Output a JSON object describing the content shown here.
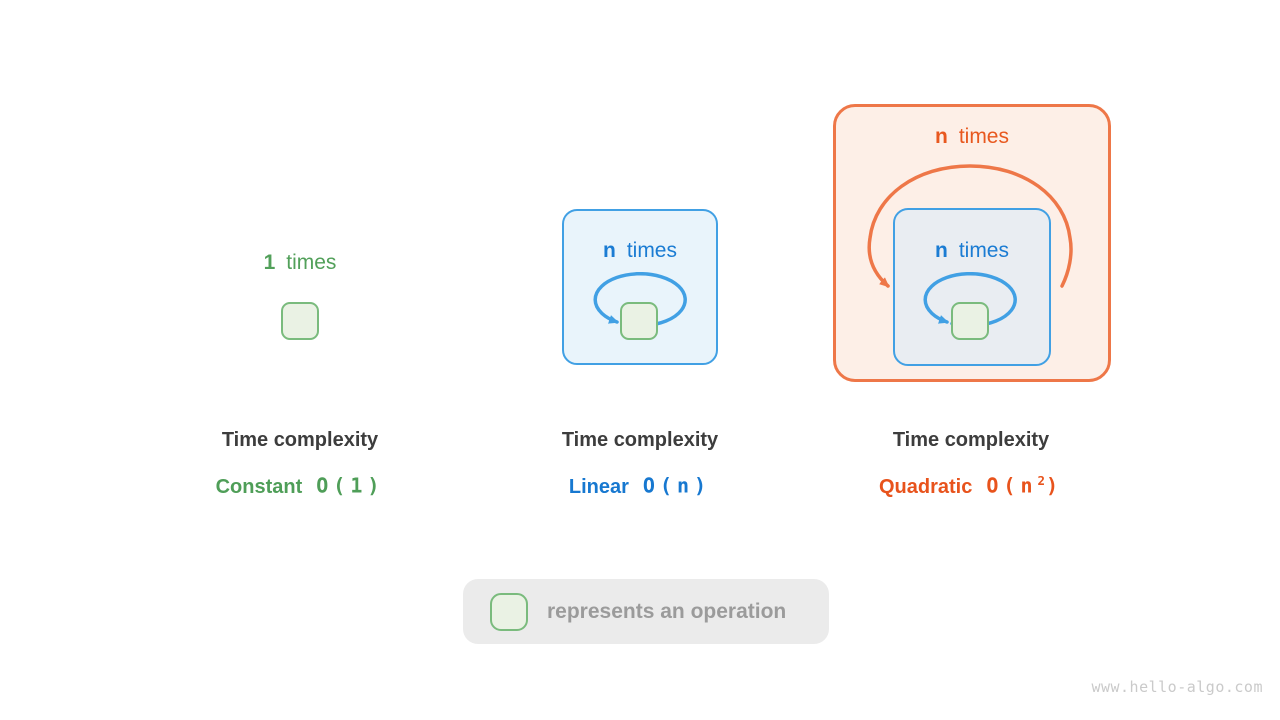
{
  "watermark": "www.hello-algo.com",
  "legend": {
    "text": "represents an operation"
  },
  "colors": {
    "green_accent": "#52A05A",
    "green_box_fill": "#EAF2E4",
    "green_box_border": "#7ABB7D",
    "blue_accent": "#1B7CD3",
    "blue_border": "#41A0E4",
    "blue_panel_fill": "#E9F4FB",
    "blue_panel_fill_nested": "#E9EDF2",
    "orange_accent": "#E8581F",
    "orange_border": "#EE7748",
    "orange_panel_fill": "#FDEFE7",
    "title_text": "#3D3D3D",
    "legend_bg": "#EBEBEB",
    "legend_text": "#9B9B9B",
    "watermark_text": "#CACACA"
  },
  "groups": {
    "constant": {
      "iter_count": "1",
      "iter_word": "times",
      "title": "Time complexity",
      "name": "Constant",
      "o_pre": "O(1)",
      "o_sup": "",
      "o_post": ""
    },
    "linear": {
      "iter_count": "n",
      "iter_word": "times",
      "title": "Time complexity",
      "name": "Linear",
      "o_pre": "O(n)",
      "o_sup": "",
      "o_post": ""
    },
    "quadratic": {
      "outer_iter_count": "n",
      "outer_iter_word": "times",
      "inner_iter_count": "n",
      "inner_iter_word": "times",
      "title": "Time complexity",
      "name": "Quadratic",
      "o_pre": "O(n",
      "o_sup": "2",
      "o_post": ")"
    }
  }
}
